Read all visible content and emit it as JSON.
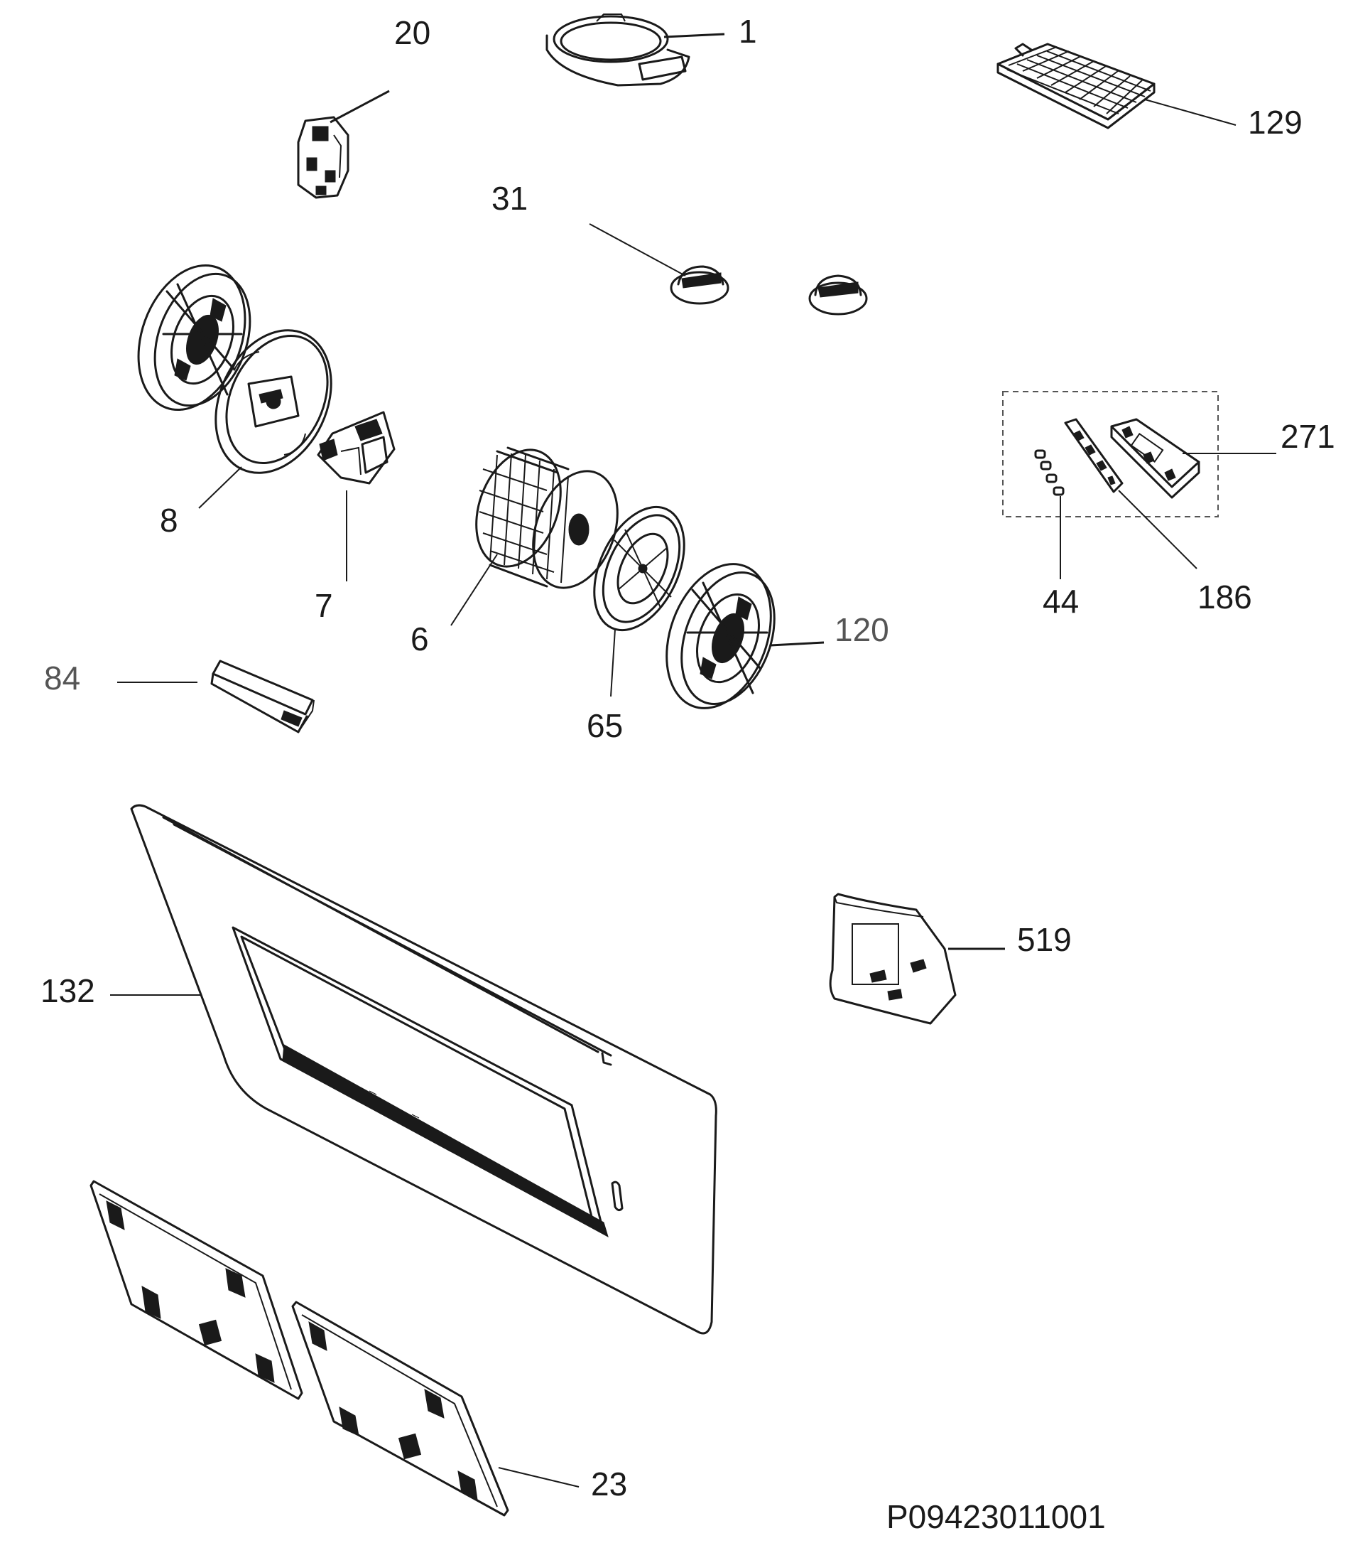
{
  "diagram": {
    "drawing_code": "P09423011001",
    "callouts": {
      "c1": "1",
      "c20": "20",
      "c129": "129",
      "c31": "31",
      "c8": "8",
      "c7": "7",
      "c6": "6",
      "c120": "120",
      "c65": "65",
      "c84": "84",
      "c271": "271",
      "c44": "44",
      "c186": "186",
      "c519": "519",
      "c132": "132",
      "c23": "23"
    }
  }
}
